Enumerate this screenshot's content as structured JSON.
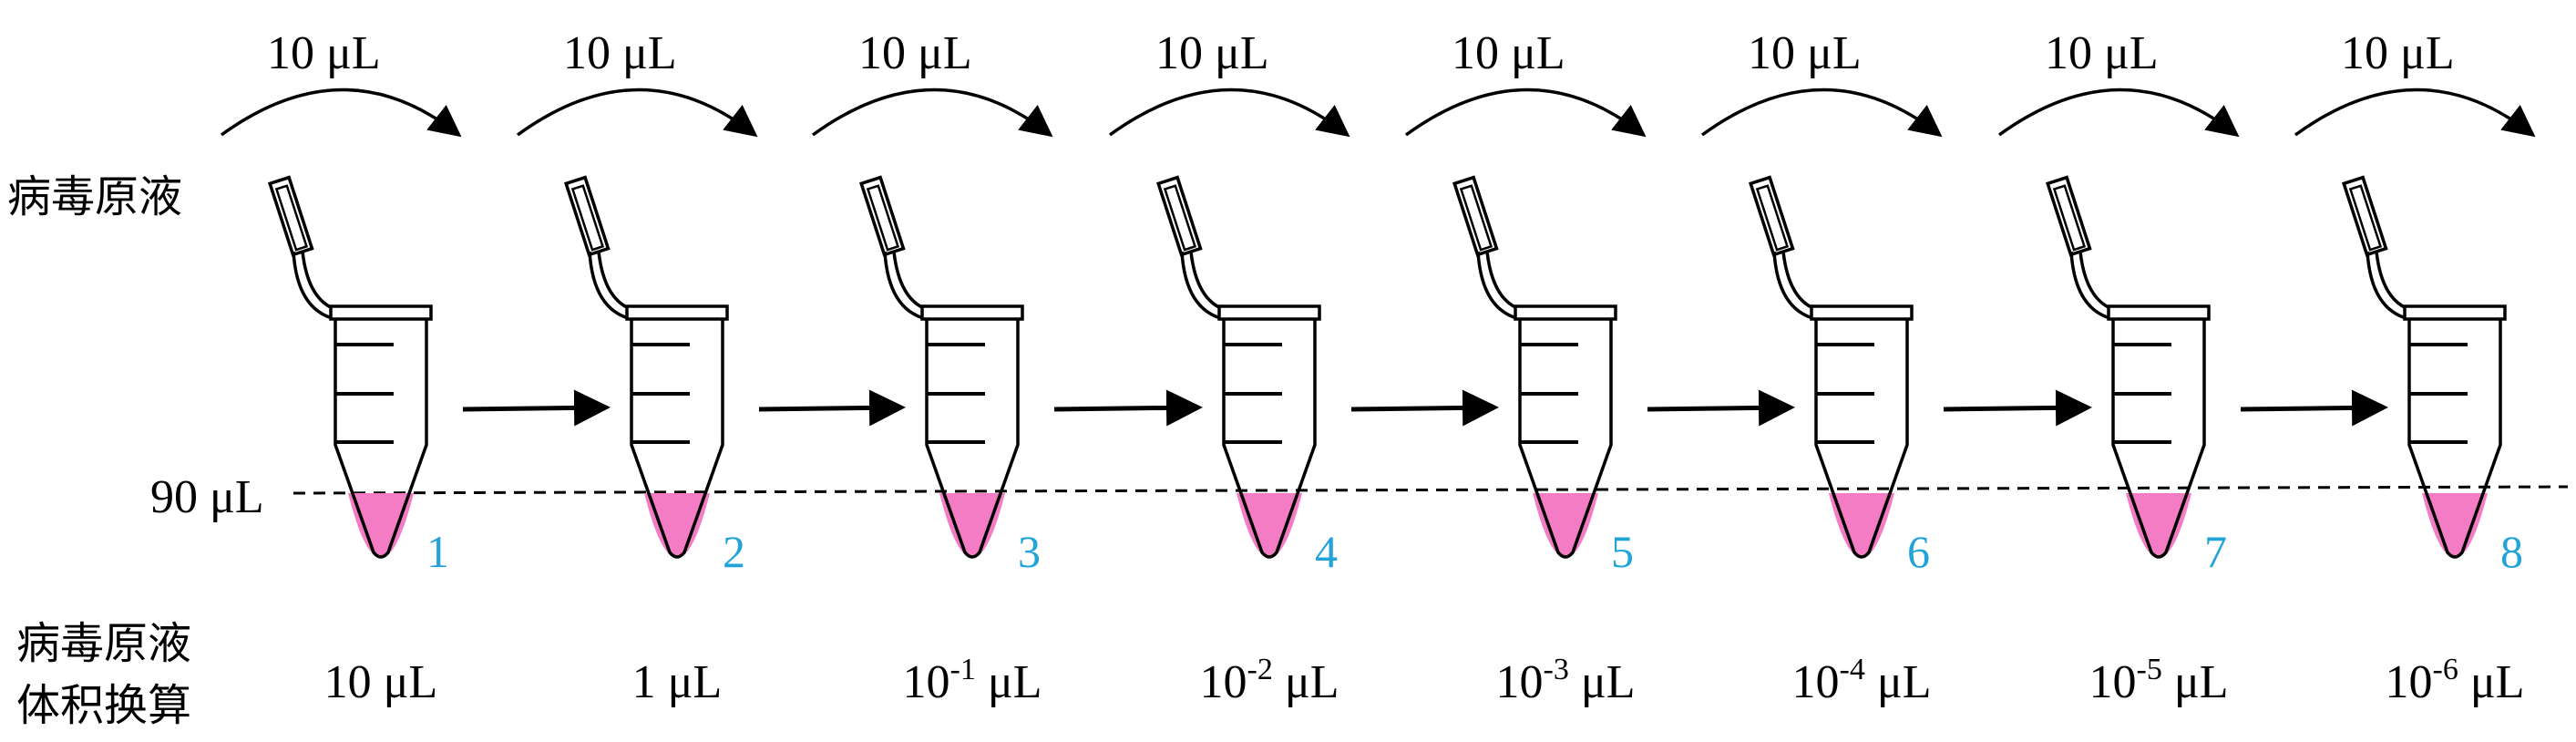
{
  "stock_label": "病毒原液",
  "volume_line_label": "90 μL",
  "bottom_label_line1": "病毒原液",
  "bottom_label_line2": "体积换算",
  "transfer_labels": [
    "10 μL",
    "10 μL",
    "10 μL",
    "10 μL",
    "10 μL",
    "10 μL",
    "10 μL",
    "10 μL"
  ],
  "tubes": [
    {
      "number": "1",
      "volume": {
        "base": "10 μL",
        "exp": "",
        "unit": ""
      }
    },
    {
      "number": "2",
      "volume": {
        "base": "1 μL",
        "exp": "",
        "unit": ""
      }
    },
    {
      "number": "3",
      "volume": {
        "base": "10",
        "exp": "-1",
        "unit": " μL"
      }
    },
    {
      "number": "4",
      "volume": {
        "base": "10",
        "exp": "-2",
        "unit": " μL"
      }
    },
    {
      "number": "5",
      "volume": {
        "base": "10",
        "exp": "-3",
        "unit": " μL"
      }
    },
    {
      "number": "6",
      "volume": {
        "base": "10",
        "exp": "-4",
        "unit": " μL"
      }
    },
    {
      "number": "7",
      "volume": {
        "base": "10",
        "exp": "-5",
        "unit": " μL"
      }
    },
    {
      "number": "8",
      "volume": {
        "base": "10",
        "exp": "-6",
        "unit": " μL"
      }
    }
  ],
  "colors": {
    "liquid": "#f47cc4",
    "tube_number": "#22a3d9",
    "outline": "#000000"
  }
}
